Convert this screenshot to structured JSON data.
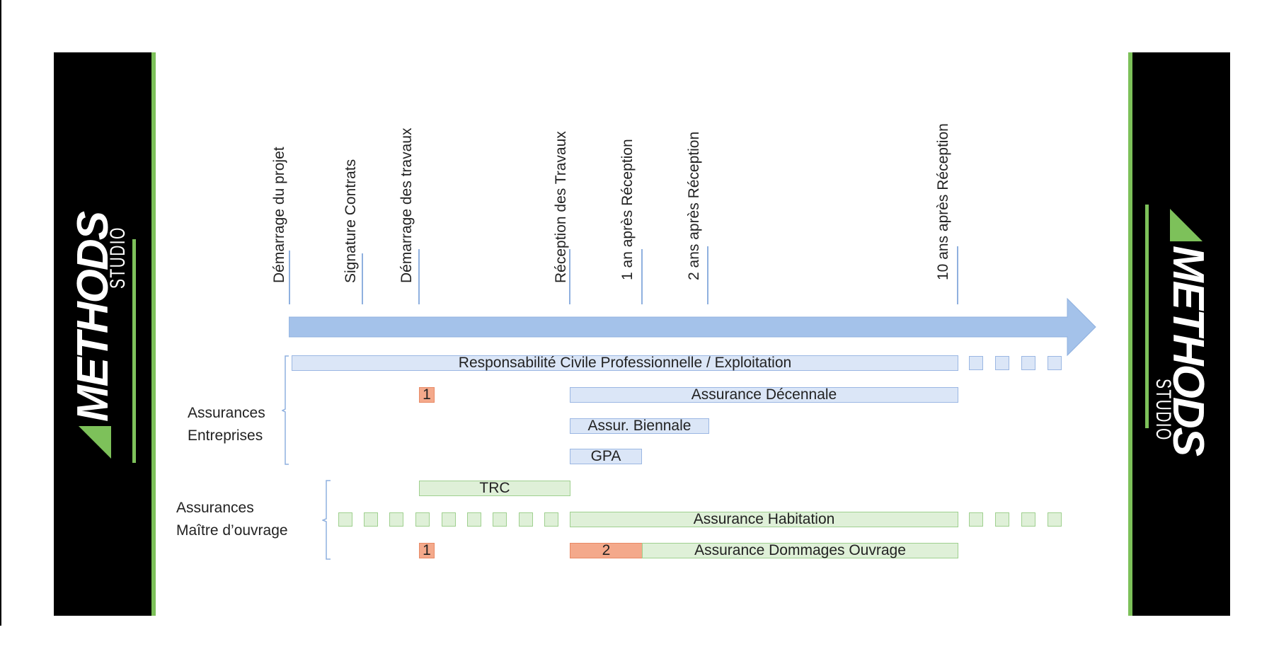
{
  "logo": {
    "word": "METHODS",
    "sub": "STUDIO"
  },
  "milestones": [
    {
      "id": "demarrage-projet",
      "label": "Démarrage du projet"
    },
    {
      "id": "signature-contrats",
      "label": "Signature Contrats"
    },
    {
      "id": "demarrage-travaux",
      "label": "Démarrage des travaux"
    },
    {
      "id": "reception-travaux",
      "label": "Réception des Travaux"
    },
    {
      "id": "un-an",
      "label": "1 an après Réception"
    },
    {
      "id": "deux-ans",
      "label": "2 ans après Réception"
    },
    {
      "id": "dix-ans",
      "label": "10 ans après Réception"
    }
  ],
  "groups": {
    "entreprises": "Assurances\nEntreprises",
    "maitre": "Assurances\nMaître d’ouvrage"
  },
  "bars": {
    "rc": "Responsabilité Civile Professionnelle / Exploitation",
    "decennale": "Assurance Décennale",
    "biennale": "Assur. Biennale",
    "gpa": "GPA",
    "trc": "TRC",
    "habitation": "Assurance Habitation",
    "dommages": "Assurance Dommages Ouvrage",
    "marker_1a": "1",
    "marker_1b": "1",
    "marker_2": "2"
  },
  "colors": {
    "arrow": "#a4c2ea",
    "blue_fill": "#dbe6f7",
    "green_fill": "#dff0d8",
    "orange_fill": "#f4a98b",
    "accent_green": "#7dc15a"
  }
}
